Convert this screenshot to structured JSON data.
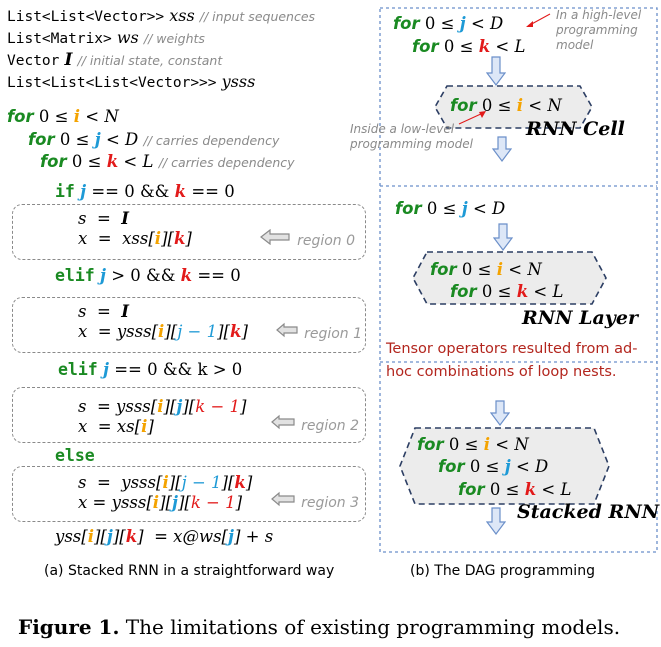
{
  "left": {
    "decl": [
      {
        "code": "List<List<Vector>>",
        "name": "xss",
        "comment": "// input sequences"
      },
      {
        "code": "List<Matrix>",
        "name": "ws",
        "comment": "// weights"
      },
      {
        "code": "Vector",
        "name": "I",
        "comment": "// initial state, constant"
      },
      {
        "code": "List<List<List<Vector>>>",
        "name": "ysss",
        "comment": ""
      }
    ],
    "for_kw": "for",
    "loop_i": {
      "lhs": "0 ≤",
      "var": "i",
      "rhs": "< N"
    },
    "loop_j": {
      "lhs": "0 ≤",
      "var": "j",
      "rhs": "< D",
      "comment": "// carries dependency"
    },
    "loop_k": {
      "lhs": "0 ≤",
      "var": "k",
      "rhs": "< L",
      "comment": "// carries dependency"
    },
    "if_kw": "if",
    "elif_kw": "elif",
    "else_kw": "else",
    "cond1": {
      "a": "==  0 &&",
      "b": "==  0"
    },
    "cond2": {
      "a": "> 0 &&",
      "b": "==  0"
    },
    "cond3": {
      "a": "== 0 && k > 0"
    },
    "regions": [
      "region 0",
      "region 1",
      "region 2",
      "region 3"
    ],
    "final": "yss[i][j][k]  = x@ws[j] + s",
    "caption": "(a) Stacked RNN in a straightforward way"
  },
  "right": {
    "anno_high": "In a high-level programming model",
    "anno_low": "Inside a low-level programming model",
    "rnn_cell": "RNN Cell",
    "rnn_layer": "RNN Layer",
    "stacked_rnn": "Stacked RNN",
    "red_note_1": "Tensor operators resulted from ad-",
    "red_note_2": "hoc combinations of loop nests.",
    "caption": "(b) The DAG programming"
  },
  "figure": {
    "label": "Figure 1.",
    "text": "The limitations of existing programming models."
  },
  "colors": {
    "green": "#1a8a22",
    "orange": "#f4a300",
    "blue": "#1e9ad6",
    "red": "#e21a1a",
    "dashed_blue": "#6b8fc9",
    "note_red": "#b3261e"
  }
}
